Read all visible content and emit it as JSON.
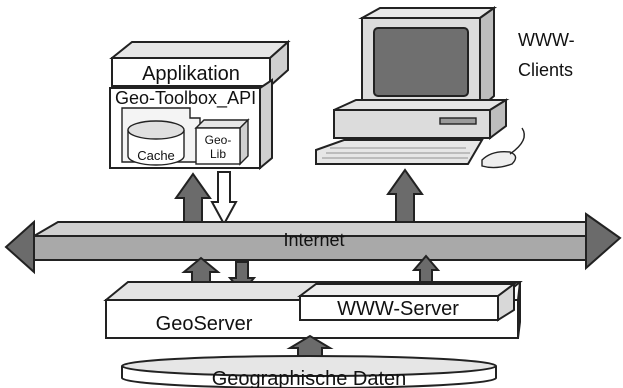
{
  "diagram": {
    "application": "Applikation",
    "toolbox_api": "Geo-Toolbox_API",
    "cache": "Cache",
    "geolib_line1": "Geo-",
    "geolib_line2": "Lib",
    "clients_line1": "WWW-",
    "clients_line2": "Clients",
    "internet": "Internet",
    "geoserver": "GeoServer",
    "wwwserver": "WWW-Server",
    "geodata": "Geographische Daten"
  },
  "colors": {
    "box": "#ffffff",
    "box_top": "#e6e6e6",
    "arrow_fill": "#6b6b6b",
    "internet_band": "#a9a9a9",
    "monitor": "#dcdcdc",
    "screen": "#6f6f6f"
  }
}
